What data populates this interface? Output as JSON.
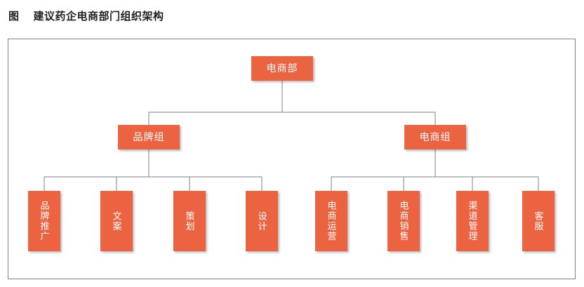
{
  "title": {
    "label": "图",
    "text": "建议药企电商部门组织架构"
  },
  "colors": {
    "node_fill": "#ec6341",
    "node_text": "#ffffff",
    "connector": "#808285",
    "frame_border": "#808285",
    "title_text": "#231f20",
    "background": "#ffffff"
  },
  "org_chart": {
    "root": {
      "label": "电商部",
      "orientation": "horizontal"
    },
    "groups": [
      {
        "id": "brand",
        "label": "品牌组",
        "orientation": "horizontal",
        "children": [
          {
            "id": "leaf-0",
            "label": "品牌推广",
            "orientation": "vertical"
          },
          {
            "id": "leaf-1",
            "label": "文案",
            "orientation": "vertical"
          },
          {
            "id": "leaf-2",
            "label": "策划",
            "orientation": "vertical"
          },
          {
            "id": "leaf-3",
            "label": "设计",
            "orientation": "vertical"
          }
        ]
      },
      {
        "id": "ecom",
        "label": "电商组",
        "orientation": "horizontal",
        "children": [
          {
            "id": "leaf-4",
            "label": "电商运营",
            "orientation": "vertical"
          },
          {
            "id": "leaf-5",
            "label": "电商销售",
            "orientation": "vertical"
          },
          {
            "id": "leaf-6",
            "label": "渠道管理",
            "orientation": "vertical"
          },
          {
            "id": "leaf-7",
            "label": "客服",
            "orientation": "vertical"
          }
        ]
      }
    ]
  }
}
